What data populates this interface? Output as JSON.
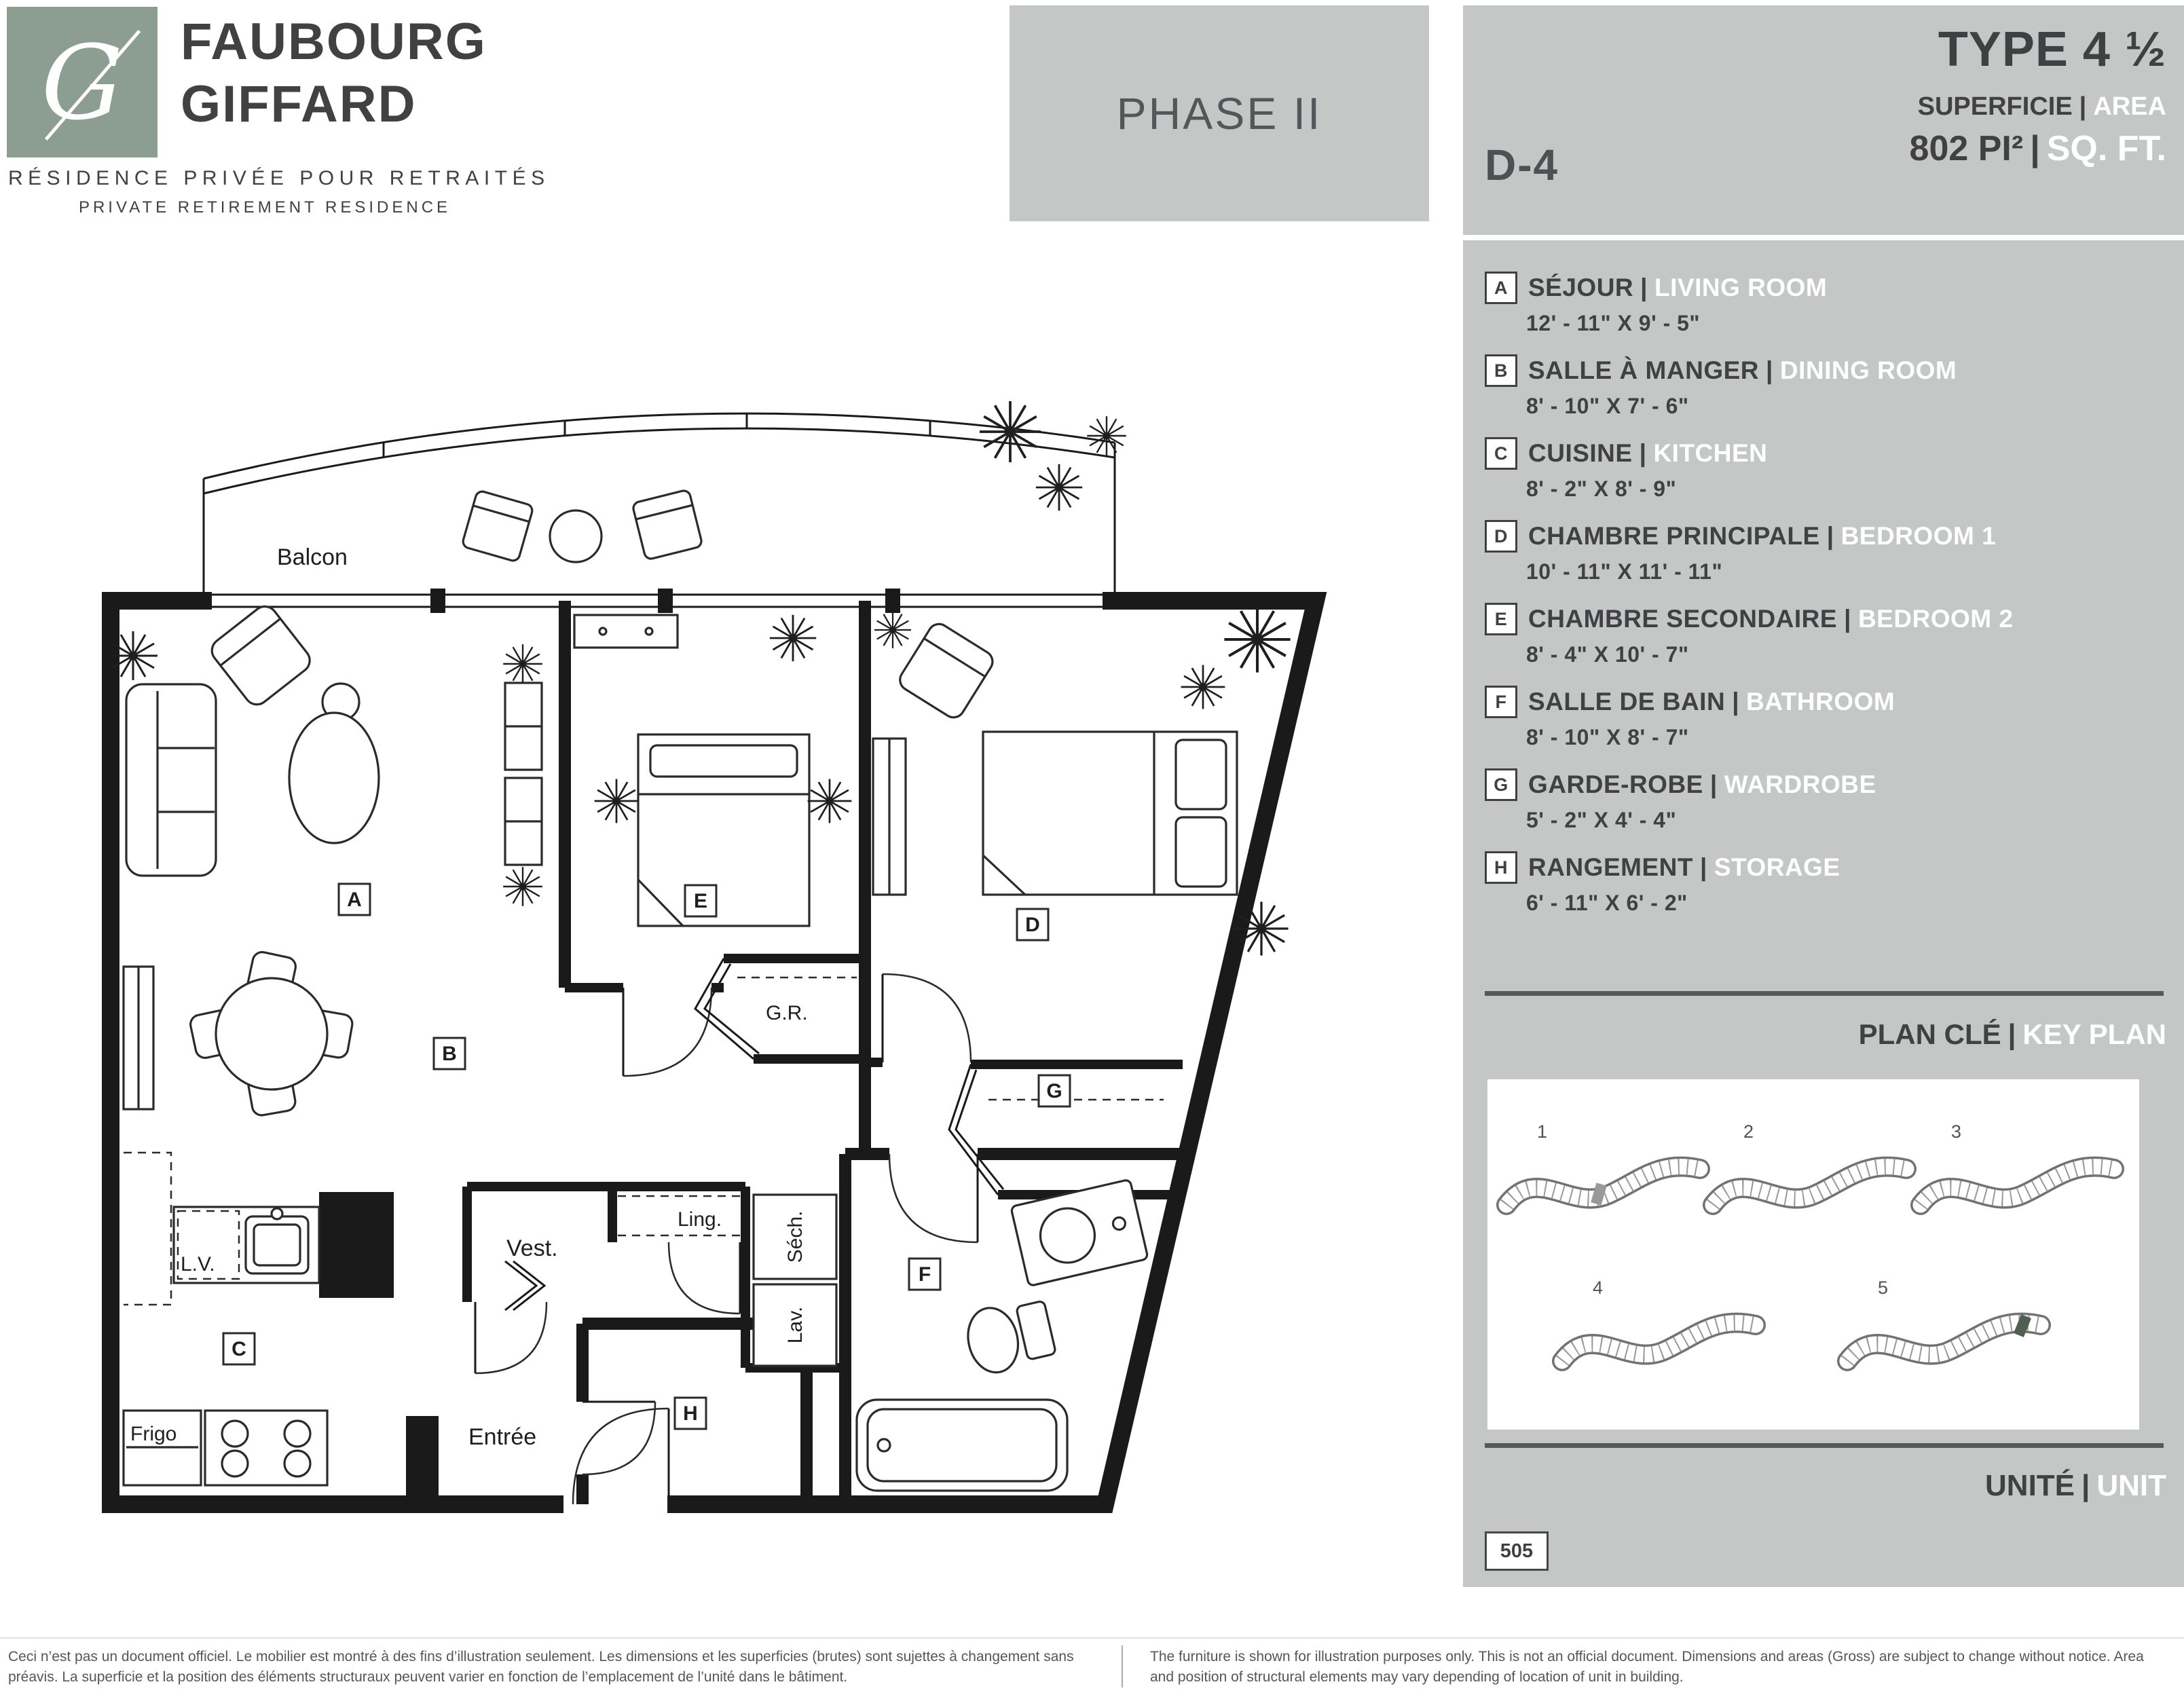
{
  "colors": {
    "brand_green": "#8c9e92",
    "panel_gray": "#c5c6c6",
    "dark_text": "#414042",
    "white_text": "#ffffff",
    "keyplan_highlight": "#505e52"
  },
  "sep": "|",
  "brand": {
    "logo_letter": "G",
    "name_line1": "FAUBOURG",
    "name_line2": "GIFFARD",
    "tagline_fr": "RÉSIDENCE PRIVÉE POUR RETRAITÉS",
    "tagline_en": "PRIVATE RETIREMENT RESIDENCE"
  },
  "header": {
    "phase": "PHASE II",
    "unit_code": "D-4",
    "type_title": "TYPE 4 ½",
    "area_label_fr": "SUPERFICIE",
    "area_label_en": "AREA",
    "area_value": "802 PI²",
    "area_unit": "SQ. FT."
  },
  "legend": {
    "items": [
      {
        "letter": "A",
        "fr": "SÉJOUR",
        "en": "LIVING ROOM",
        "dim": "12' - 11\" X 9' - 5\""
      },
      {
        "letter": "B",
        "fr": "SALLE À MANGER",
        "en": "DINING ROOM",
        "dim": "8' - 10\" X 7' - 6\""
      },
      {
        "letter": "C",
        "fr": "CUISINE",
        "en": "KITCHEN",
        "dim": "8' - 2\" X 8' - 9\""
      },
      {
        "letter": "D",
        "fr": "CHAMBRE PRINCIPALE",
        "en": "BEDROOM 1",
        "dim": "10' - 11\" X 11' - 11\""
      },
      {
        "letter": "E",
        "fr": "CHAMBRE SECONDAIRE",
        "en": "BEDROOM 2",
        "dim": "8' - 4\" X 10' - 7\""
      },
      {
        "letter": "F",
        "fr": "SALLE DE BAIN",
        "en": "BATHROOM",
        "dim": "8' - 10\" X 8' - 7\""
      },
      {
        "letter": "G",
        "fr": "GARDE-ROBE",
        "en": "WARDROBE",
        "dim": "5' - 2\" X 4' - 4\""
      },
      {
        "letter": "H",
        "fr": "RANGEMENT",
        "en": "STORAGE",
        "dim": "6' - 11\" X 6' - 2\""
      }
    ]
  },
  "keyplan": {
    "title_fr": "PLAN CLÉ",
    "title_en": "KEY PLAN",
    "buildings": [
      "1",
      "2",
      "3",
      "4",
      "5"
    ],
    "unit_label_fr": "UNITÉ",
    "unit_label_en": "UNIT",
    "unit_number": "505"
  },
  "floorplan": {
    "balcony": "Balcon",
    "garde_robe": "G.R.",
    "vestibule": "Vest.",
    "lingerie": "Ling.",
    "secheuse": "Séch.",
    "laveuse": "Lav.",
    "lave_vaisselle": "L.V.",
    "frigo": "Frigo",
    "entree": "Entrée"
  },
  "footer": {
    "fr": "Ceci n’est pas un document officiel. Le mobilier est montré à des fins d’illustration seulement. Les dimensions et les superficies (brutes) sont sujettes à changement sans préavis. La superficie et la position des éléments structuraux peuvent varier en fonction de l’emplacement de l’unité dans le bâtiment.",
    "en": "The furniture is shown for illustration purposes only. This is not an official document. Dimensions and areas (Gross) are subject to change without notice. Area and position of structural elements may vary depending of location of unit in building."
  }
}
